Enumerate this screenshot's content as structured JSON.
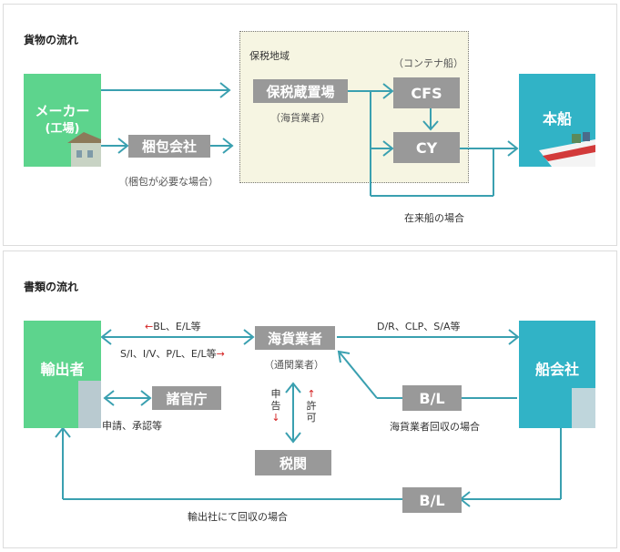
{
  "cargo": {
    "title": "貨物の流れ",
    "zone_label": "保税地域",
    "maker_line1": "メーカー",
    "maker_line2": "(工場)",
    "packing": "梱包会社",
    "packing_note": "（梱包が必要な場合）",
    "bonded_warehouse": "保税蔵置場",
    "bonded_note": "（海貨業者）",
    "container_note": "（コンテナ船）",
    "cfs": "CFS",
    "cy": "CY",
    "ship": "本船",
    "conventional_note": "在来船の場合"
  },
  "docs": {
    "title": "書類の流れ",
    "exporter": "輸出者",
    "forwarder": "海貨業者",
    "forwarder_note": "（通関業者）",
    "agencies": "諸官庁",
    "customs": "税関",
    "shipping_co": "船会社",
    "bl_upper": "B/L",
    "bl_lower": "B/L",
    "label_bl_el": "BL、E/L等",
    "label_si": "S/I、I/V、P/L、E/L等",
    "label_dr": "D/R、CLP、S/A等",
    "label_apply": "申請、承認等",
    "label_declare": "申告",
    "label_permit": "許可",
    "label_forwarder_collect": "海貨業者回収の場合",
    "label_exporter_collect": "輸出社にて回収の場合"
  },
  "colors": {
    "arrow": "#3aa0b0",
    "green": "#5dd48d",
    "teal": "#31b3c6",
    "gray": "#999999",
    "red": "#d32020"
  }
}
